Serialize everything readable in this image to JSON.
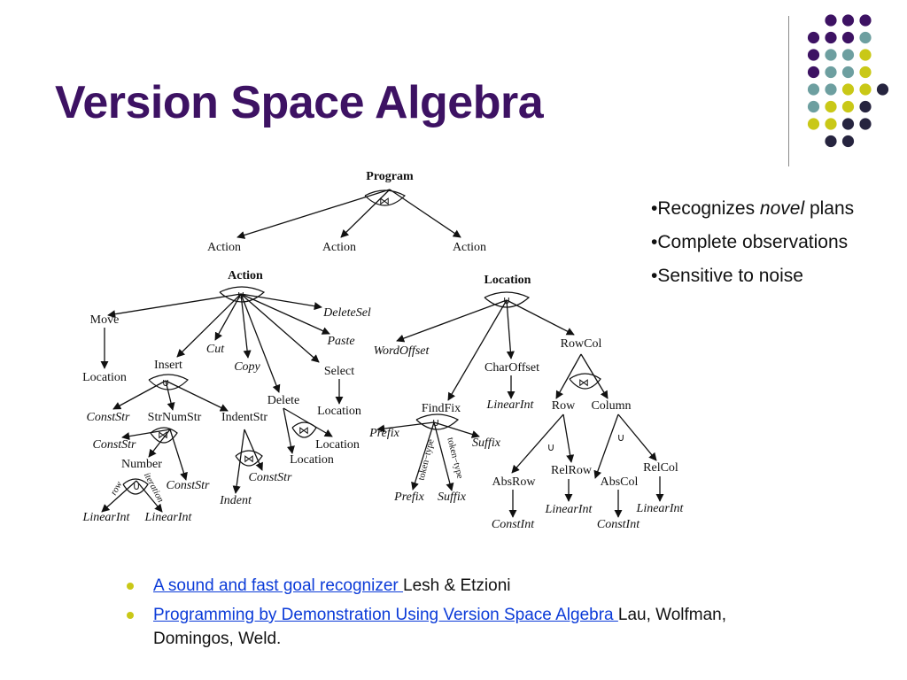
{
  "slide": {
    "title": "Version Space Algebra"
  },
  "palette": {
    "purple": "#3d1263",
    "teal": "#6d9fa0",
    "yellow": "#c9c817",
    "navy": "#26243f"
  },
  "decoration": {
    "dot_rows": [
      [
        "purple",
        "purple",
        "purple"
      ],
      [
        "purple",
        "purple",
        "purple",
        "teal"
      ],
      [
        "purple",
        "teal",
        "teal",
        "yellow"
      ],
      [
        "purple",
        "teal",
        "teal",
        "yellow"
      ],
      [
        "teal",
        "teal",
        "yellow",
        "yellow",
        "navy"
      ],
      [
        "teal",
        "yellow",
        "yellow",
        "navy"
      ],
      [
        "yellow",
        "yellow",
        "navy",
        "navy"
      ],
      [
        "navy",
        "navy"
      ]
    ]
  },
  "diagram": {
    "program": {
      "title": "Program",
      "children": [
        "Action",
        "Action",
        "Action"
      ]
    },
    "action": {
      "title": "Action",
      "children": [
        "Move",
        "Insert",
        "Cut",
        "Copy",
        "Delete",
        "Select",
        "Paste",
        "DeleteSel"
      ],
      "move_child": "Location",
      "select_child": "Location",
      "delete_children": [
        "Location",
        "Location"
      ],
      "insert_children": [
        "ConstStr",
        "StrNumStr",
        "IndentStr"
      ],
      "strnumstr_children": [
        "ConstStr",
        "Number",
        "ConstStr"
      ],
      "number_children": [
        "LinearInt",
        "LinearInt"
      ],
      "number_edge_labels": [
        "row",
        "iteration"
      ],
      "indentstr_children": [
        "Indent",
        "ConstStr"
      ]
    },
    "location": {
      "title": "Location",
      "children": [
        "WordOffset",
        "FindFix",
        "CharOffset",
        "RowCol"
      ],
      "charoffset_child": "LinearInt",
      "findfix_children": [
        "Prefix",
        "Suffix"
      ],
      "findfix_lower": [
        "Prefix",
        "Suffix"
      ],
      "findfix_edge_labels": [
        "token−type",
        "token−type"
      ],
      "rowcol_children": [
        "Row",
        "Column"
      ],
      "row_children": [
        "AbsRow",
        "RelRow"
      ],
      "column_children": [
        "AbsCol",
        "RelCol"
      ],
      "absrow_child": "ConstInt",
      "relrow_child": "LinearInt",
      "abscol_child": "ConstInt",
      "relcol_child": "LinearInt"
    },
    "operators": {
      "union": "∪",
      "join": "⋈"
    }
  },
  "side_notes": [
    {
      "prefix": "•Recognizes ",
      "emphasis": "novel",
      "rest": " plans"
    },
    {
      "text": "•Complete observations"
    },
    {
      "text": "•Sensitive to noise"
    }
  ],
  "references": [
    {
      "link_text": "A sound and fast goal recognizer ",
      "authors": "Lesh & Etzioni"
    },
    {
      "link_text": "Programming by Demonstration Using Version Space Algebra ",
      "authors": "Lau, Wolfman, Domingos, Weld."
    }
  ]
}
